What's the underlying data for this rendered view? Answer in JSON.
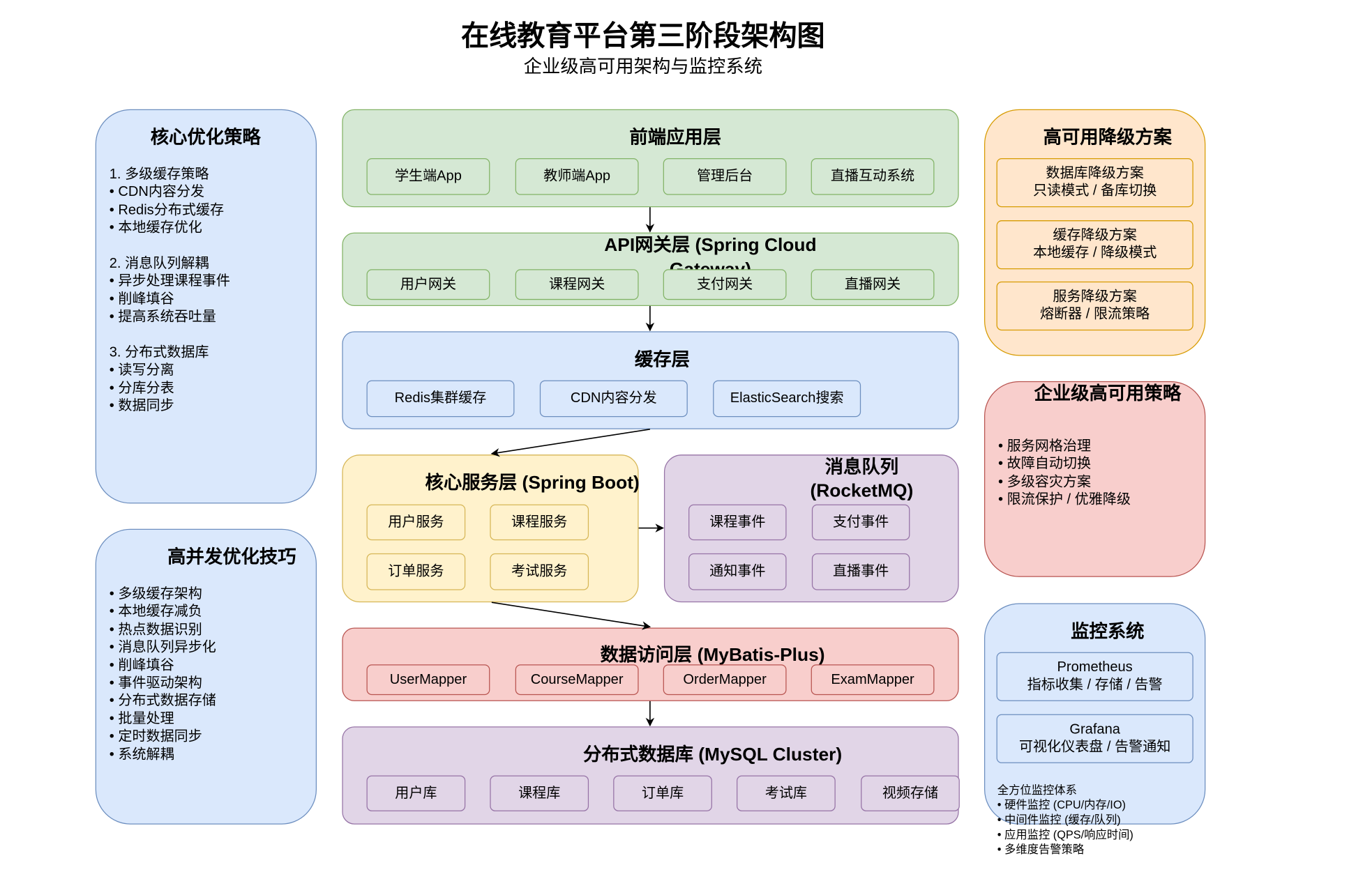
{
  "title": "在线教育平台第三阶段架构图",
  "subtitle": "企业级高可用架构与监控系统",
  "left": {
    "strategy": {
      "title": "核心优化策略",
      "items": [
        "1. 多级缓存策略",
        "• CDN内容分发",
        "• Redis分布式缓存",
        "• 本地缓存优化",
        "",
        "2. 消息队列解耦",
        "• 异步处理课程事件",
        "• 削峰填谷",
        "• 提高系统吞吐量",
        "",
        "3. 分布式数据库",
        "• 读写分离",
        "• 分库分表",
        "• 数据同步"
      ]
    },
    "concurrency": {
      "title": "高并发优化技巧",
      "items": [
        "• 多级缓存架构",
        "• 本地缓存减负",
        "• 热点数据识别",
        "• 消息队列异步化",
        "• 削峰填谷",
        "• 事件驱动架构",
        "• 分布式数据存储",
        "• 批量处理",
        "• 定时数据同步",
        "• 系统解耦"
      ]
    }
  },
  "layers": {
    "frontend": {
      "title": "前端应用层",
      "items": [
        "学生端App",
        "教师端App",
        "管理后台",
        "直播互动系统"
      ]
    },
    "gateway": {
      "title": "API网关层 (Spring Cloud Gateway)",
      "items": [
        "用户网关",
        "课程网关",
        "支付网关",
        "直播网关"
      ]
    },
    "cache": {
      "title": "缓存层",
      "items": [
        "Redis集群缓存",
        "CDN内容分发",
        "ElasticSearch搜索"
      ]
    },
    "core": {
      "title": "核心服务层 (Spring Boot)",
      "items": [
        "用户服务",
        "课程服务",
        "订单服务",
        "考试服务"
      ]
    },
    "mq": {
      "title": "消息队列 (RocketMQ)",
      "items": [
        "课程事件",
        "支付事件",
        "通知事件",
        "直播事件"
      ]
    },
    "dao": {
      "title": "数据访问层 (MyBatis-Plus)",
      "items": [
        "UserMapper",
        "CourseMapper",
        "OrderMapper",
        "ExamMapper"
      ]
    },
    "db": {
      "title": "分布式数据库 (MySQL Cluster)",
      "items": [
        "用户库",
        "课程库",
        "订单库",
        "考试库",
        "视频存储"
      ]
    }
  },
  "right": {
    "degrade": {
      "title": "高可用降级方案",
      "items": [
        {
          "name": "数据库降级方案",
          "desc": "只读模式 / 备库切换"
        },
        {
          "name": "缓存降级方案",
          "desc": "本地缓存 / 降级模式"
        },
        {
          "name": "服务降级方案",
          "desc": "熔断器 / 限流策略"
        }
      ]
    },
    "ha": {
      "title": "企业级高可用策略",
      "items": [
        "• 服务网格治理",
        "• 故障自动切换",
        "• 多级容灾方案",
        "• 限流保护 / 优雅降级"
      ]
    },
    "monitor": {
      "title": "监控系统",
      "tools": [
        {
          "name": "Prometheus",
          "desc": "指标收集 / 存储 / 告警"
        },
        {
          "name": "Grafana",
          "desc": "可视化仪表盘 / 告警通知"
        }
      ],
      "notes": [
        "全方位监控体系",
        "• 硬件监控 (CPU/内存/IO)",
        "• 中间件监控 (缓存/队列)",
        "• 应用监控 (QPS/响应时间)",
        "• 多维度告警策略"
      ]
    }
  }
}
